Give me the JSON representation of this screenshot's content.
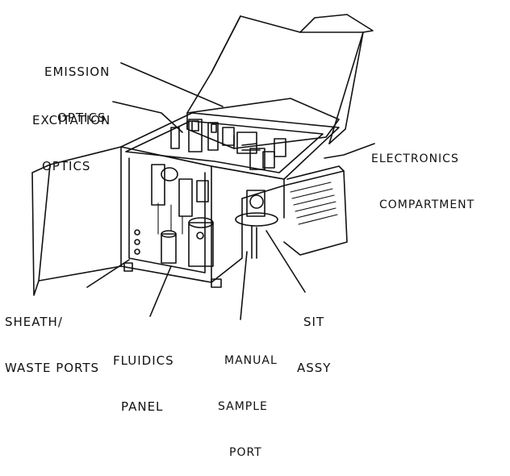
{
  "labels": {
    "emission_optics": [
      "EMISSION",
      "OPTICS"
    ],
    "excitation_optics": [
      "EXCITATION",
      "OPTICS"
    ],
    "electronics_compartment": [
      "ELECTRONICS",
      "COMPARTMENT"
    ],
    "sheath_waste_ports": [
      "SHEATH/",
      "WASTE PORTS"
    ],
    "fluidics_panel": [
      "FLUIDICS",
      "PANEL"
    ],
    "manual_sample_port": [
      "MANUAL",
      "SAMPLE",
      "PORT"
    ],
    "sit_assy": [
      "SIT",
      "ASSY"
    ]
  }
}
